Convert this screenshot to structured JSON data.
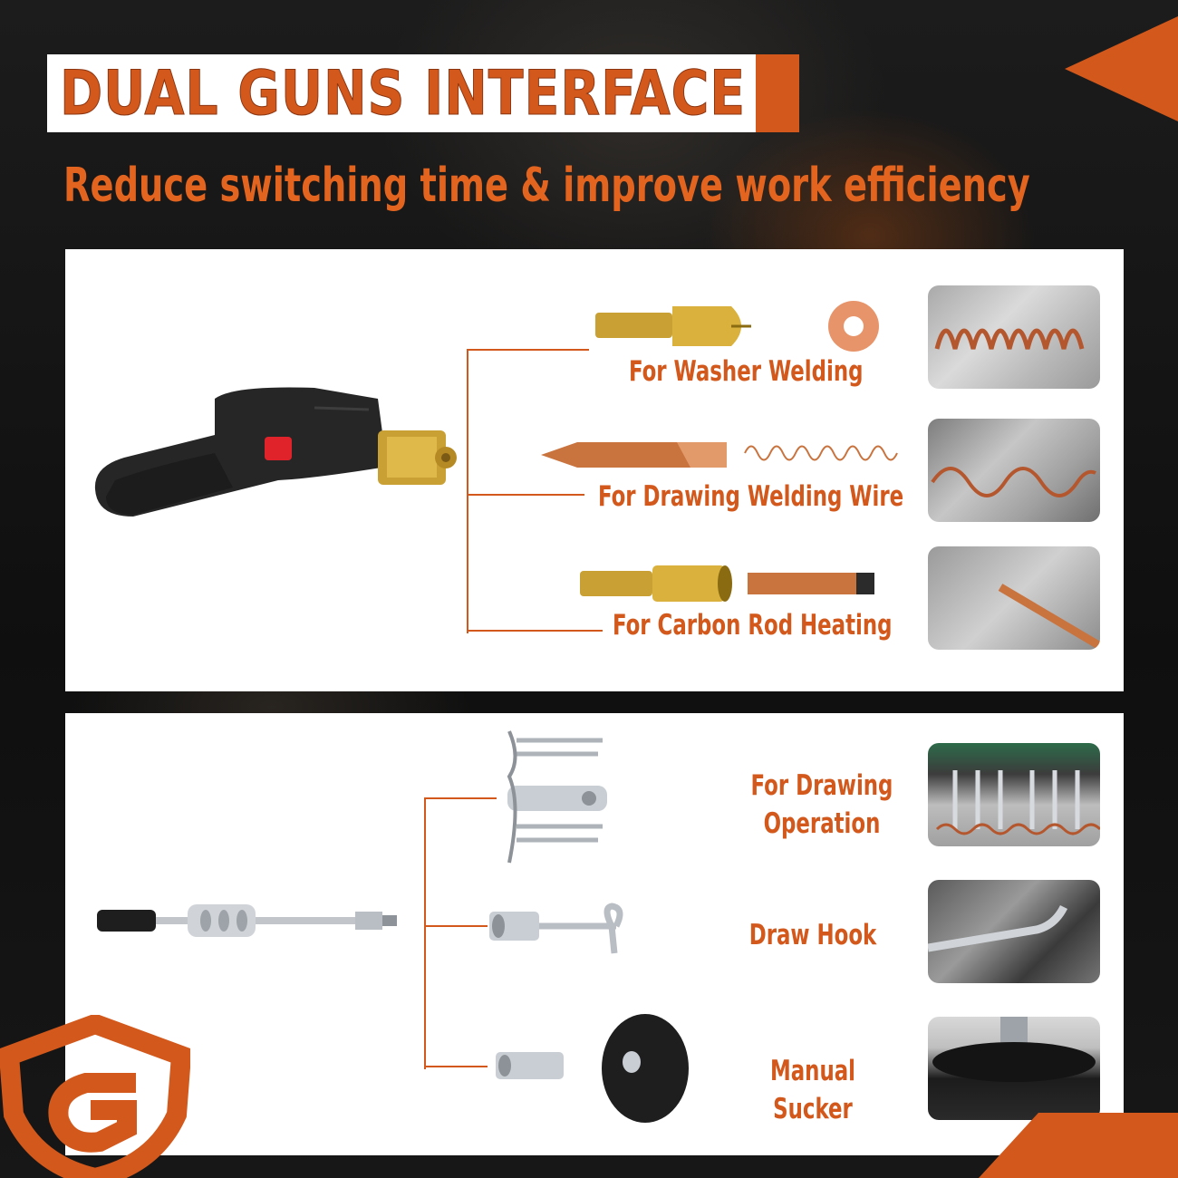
{
  "header": {
    "title": "DUAL GUNS INTERFACE",
    "subtitle": "Reduce switching time & improve work efficiency"
  },
  "panel_top": {
    "items": [
      {
        "label": "For Washer Welding"
      },
      {
        "label": "For Drawing Welding Wire"
      },
      {
        "label": "For Carbon Rod Heating"
      }
    ]
  },
  "panel_bottom": {
    "items": [
      {
        "label": "For Drawing Operation"
      },
      {
        "label": "Draw Hook"
      },
      {
        "label": "Manual Sucker"
      }
    ]
  },
  "colors": {
    "accent": "#d2581c",
    "background": "#141414",
    "panel": "#ffffff",
    "brass": "#c9a033",
    "copper": "#c9733f",
    "steel": "#b9bec4"
  },
  "icons": [
    "welding-gun-icon",
    "slide-hammer-icon",
    "brand-logo-icon"
  ]
}
